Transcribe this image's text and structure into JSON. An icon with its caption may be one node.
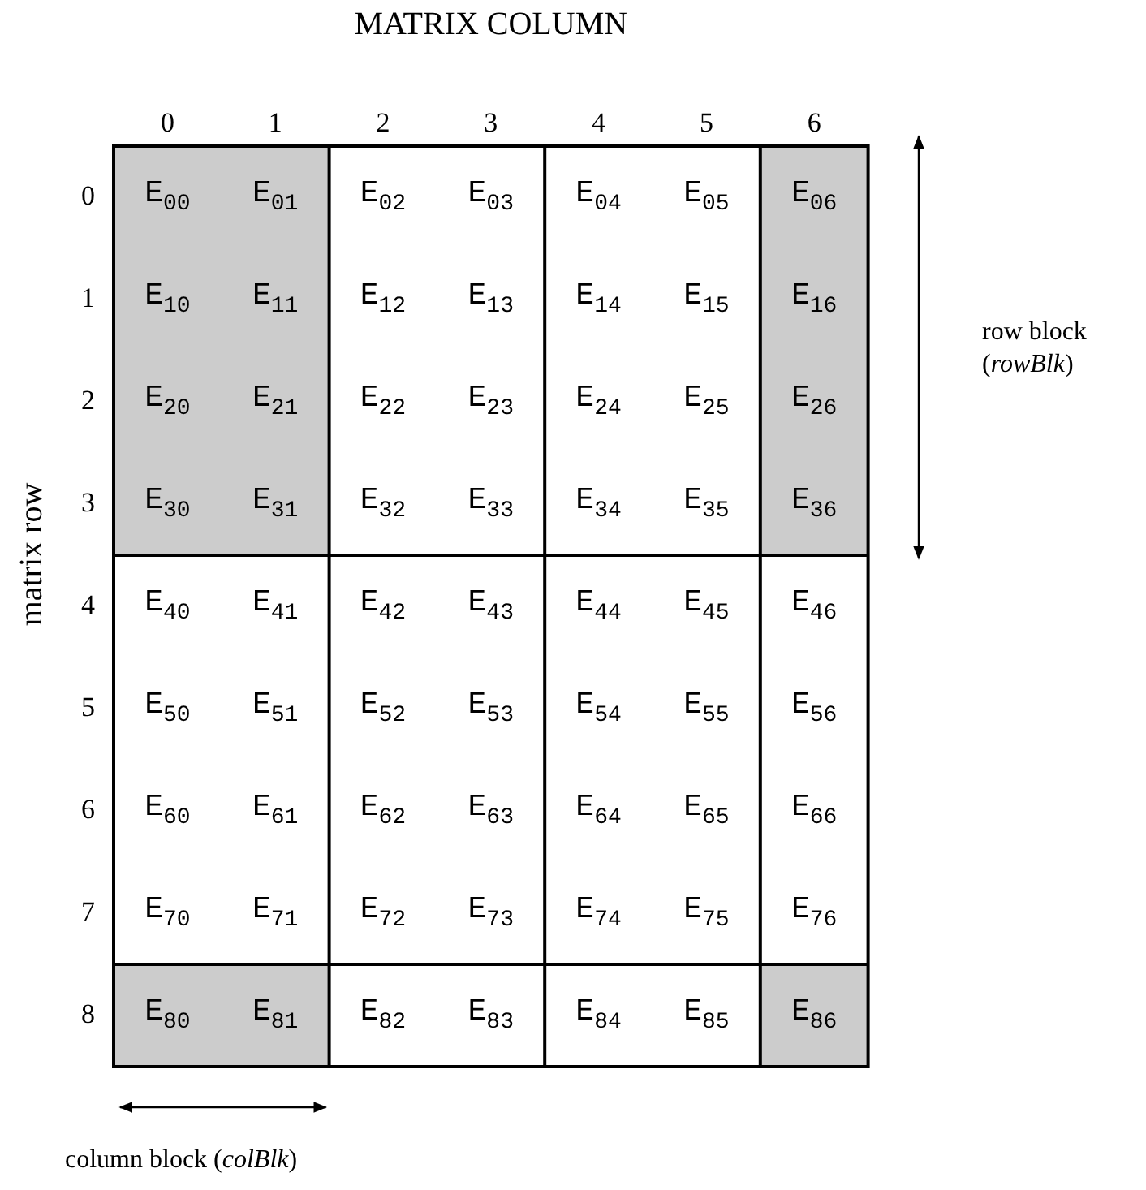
{
  "diagram": {
    "labels": [
      "MATRIX COLUMN",
      "0",
      "1",
      "2",
      "3",
      "4",
      "5",
      "6",
      "row block (*rowBlk*)",
      "matrix row",
      "0",
      "E$_{00}$",
      "E$_{01}$",
      "E$_{02}$",
      "E$_{03}$",
      "E$_{04}$",
      "E$_{05}$",
      "E$_{06}$",
      "1",
      "E$_{10}$",
      "E$_{11}$",
      "E$_{12}$",
      "E$_{13}$",
      "E$_{14}$",
      "E$_{15}$",
      "E$_{16}$",
      "2",
      "E$_{20}$",
      "E$_{21}$",
      "E$_{22}$",
      "E$_{23}$",
      "E$_{24}$",
      "E$_{25}$",
      "E$_{26}$",
      "3",
      "E$_{30}$",
      "E$_{31}$",
      "E$_{32}$",
      "E$_{33}$",
      "E$_{34}$",
      "E$_{35}$",
      "E$_{36}$",
      "4",
      "E$_{40}$",
      "E$_{41}$",
      "E$_{42}$",
      "E$_{43}$",
      "E$_{44}$",
      "E$_{45}$",
      "E$_{46}$",
      "5",
      "E$_{50}$",
      "E$_{51}$",
      "E$_{52}$",
      "E$_{53}$",
      "E$_{54}$",
      "E$_{55}$",
      "E$_{56}$",
      "6",
      "E$_{60}$",
      "E$_{61}$",
      "E$_{62}$",
      "E$_{63}$",
      "E$_{64}$",
      "E$_{65}$",
      "E$_{66}$",
      "7",
      "E$_{70}$",
      "E$_{71}$",
      "E$_{72}$",
      "E$_{73}$",
      "E$_{74}$",
      "E$_{75}$",
      "E$_{76}$",
      "8",
      "E$_{80}$",
      "E$_{81}$",
      "E$_{82}$",
      "E$_{83}$",
      "E$_{84}$",
      "E$_{85}$",
      "E$_{86}$",
      "column block (*colBlk*)"
    ]
  }
}
